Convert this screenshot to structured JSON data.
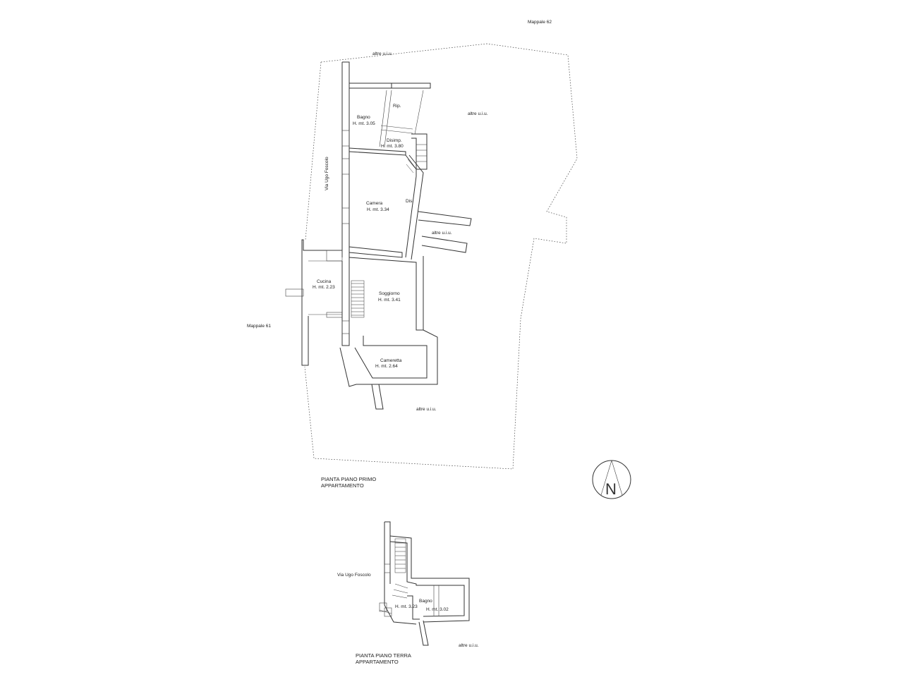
{
  "labels": {
    "mappale_62": "Mappale 62",
    "mappale_61": "Mappale 61",
    "altre_top": "altre u.i.u.",
    "altre_right": "altre u.i.u.",
    "altre_mid": "altre u.i.u.",
    "altre_bottom": "altre u.i.u.",
    "altre_ground": "altre u.i.u.",
    "street_first": "Via Ugo Foscolo",
    "street_ground": "Via Ugo Foscolo",
    "north": "N"
  },
  "rooms_first": {
    "bagno": {
      "name": "Bagno",
      "height": "H. mt. 3.05"
    },
    "rip": {
      "name": "Rip."
    },
    "disimp": {
      "name": "Disimp.",
      "height": "H. mt. 3.80"
    },
    "camera": {
      "name": "Camera",
      "height": "H. mt. 3.34"
    },
    "dis": {
      "name": "Dis."
    },
    "cucina": {
      "name": "Cucina",
      "height": "H. mt. 2.23"
    },
    "soggiorno": {
      "name": "Soggiorno",
      "height": "H. mt. 3.41"
    },
    "cameretta": {
      "name": "Cameretta",
      "height": "H. mt. 2.64"
    }
  },
  "rooms_ground": {
    "ingresso_height": "H. mt. 3.23",
    "bagno": {
      "name": "Bagno",
      "height": "H. mt. 3.02"
    }
  },
  "plan_titles": {
    "first_line1": "PIANTA PIANO PRIMO",
    "first_line2": "APPARTAMENTO",
    "ground_line1": "PIANTA PIANO TERRA",
    "ground_line2": "APPARTAMENTO"
  }
}
